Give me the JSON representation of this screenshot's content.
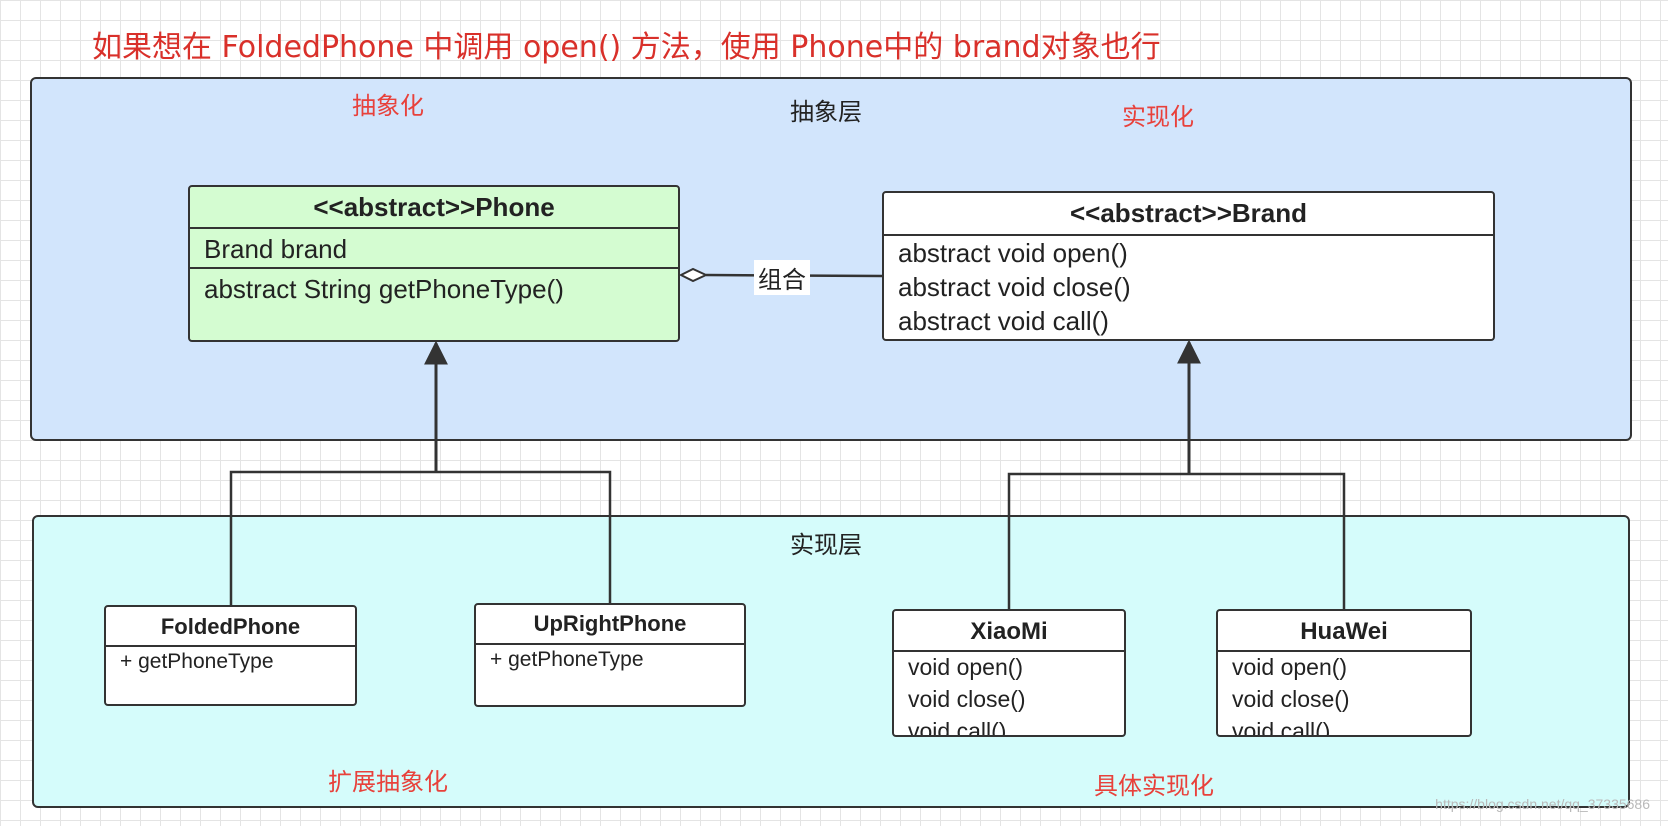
{
  "note": "如果想在 FoldedPhone 中调用 open() 方法，使用 Phone中的 brand对象也行",
  "abstract_layer": {
    "title": "抽象层",
    "left_label": "抽象化",
    "right_label": "实现化",
    "phone": {
      "title": "<<abstract>>Phone",
      "attribute": "Brand brand",
      "method": "abstract String getPhoneType()"
    },
    "brand": {
      "title": "<<abstract>>Brand",
      "methods": [
        "abstract void open()",
        "abstract void close()",
        "abstract void call()"
      ]
    },
    "relation_label": "组合"
  },
  "impl_layer": {
    "title": "实现层",
    "left_label": "扩展抽象化",
    "right_label": "具体实现化",
    "folded_phone": {
      "title": "FoldedPhone",
      "method": "+ getPhoneType"
    },
    "upright_phone": {
      "title": "UpRightPhone",
      "method": "+ getPhoneType"
    },
    "xiaomi": {
      "title": "XiaoMi",
      "methods": [
        "void open()",
        "void close()",
        "void call()"
      ]
    },
    "huawei": {
      "title": "HuaWei",
      "methods": [
        "void open()",
        "void close()",
        "void call()"
      ]
    }
  },
  "watermark": "https://blog.csdn.net/qq_37335686",
  "colors": {
    "note_red": "#d9302a",
    "label_red": "#e8413b",
    "abstract_layer_bg": "#d2e5fc",
    "impl_layer_bg": "#d5fcfb",
    "phone_class_bg": "#d4fcd1",
    "border": "#333333"
  }
}
